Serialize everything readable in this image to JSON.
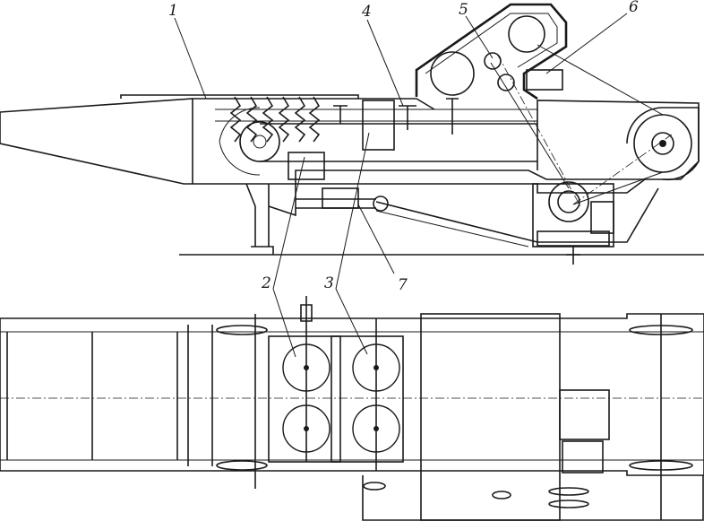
{
  "callouts": [
    {
      "id": "1",
      "text": "1"
    },
    {
      "id": "2",
      "text": "2"
    },
    {
      "id": "3",
      "text": "3"
    },
    {
      "id": "4",
      "text": "4"
    },
    {
      "id": "5",
      "text": "5"
    },
    {
      "id": "6",
      "text": "6"
    },
    {
      "id": "7",
      "text": "7"
    }
  ],
  "colors": {
    "ink": "#1a1a1a",
    "paper": "#ffffff"
  }
}
